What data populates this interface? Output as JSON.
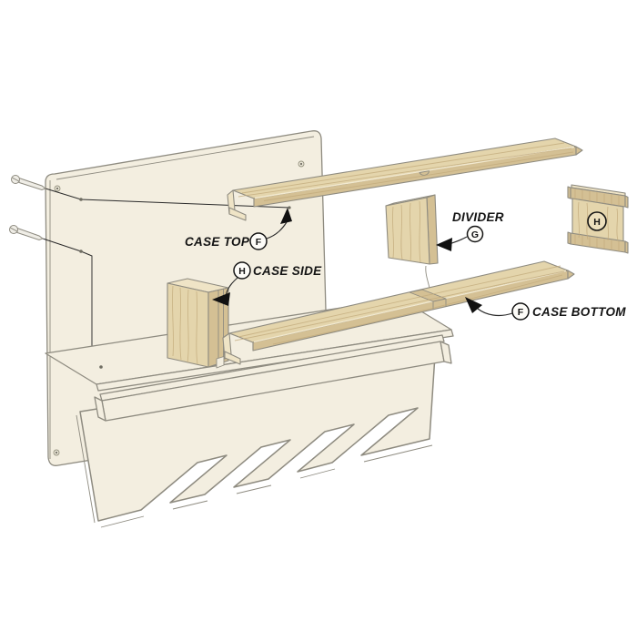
{
  "diagram": {
    "title": "exploded-case-assembly",
    "labels": {
      "case_top": {
        "text": "CASE TOP",
        "letter": "F"
      },
      "case_side": {
        "text": "CASE SIDE",
        "letter": "H"
      },
      "divider": {
        "text": "DIVIDER",
        "letter": "G"
      },
      "case_bottom": {
        "text": "CASE BOTTOM",
        "letter": "F"
      },
      "side_panel": {
        "letter": "H"
      }
    }
  },
  "colors": {
    "panel": "#f3eee0",
    "wood": "#e4d5ac",
    "wood_dark": "#d4c094",
    "wood_light": "#efe4c6",
    "grain": "#c2a97b",
    "outline": "#8e8b80",
    "ink": "#141414"
  }
}
